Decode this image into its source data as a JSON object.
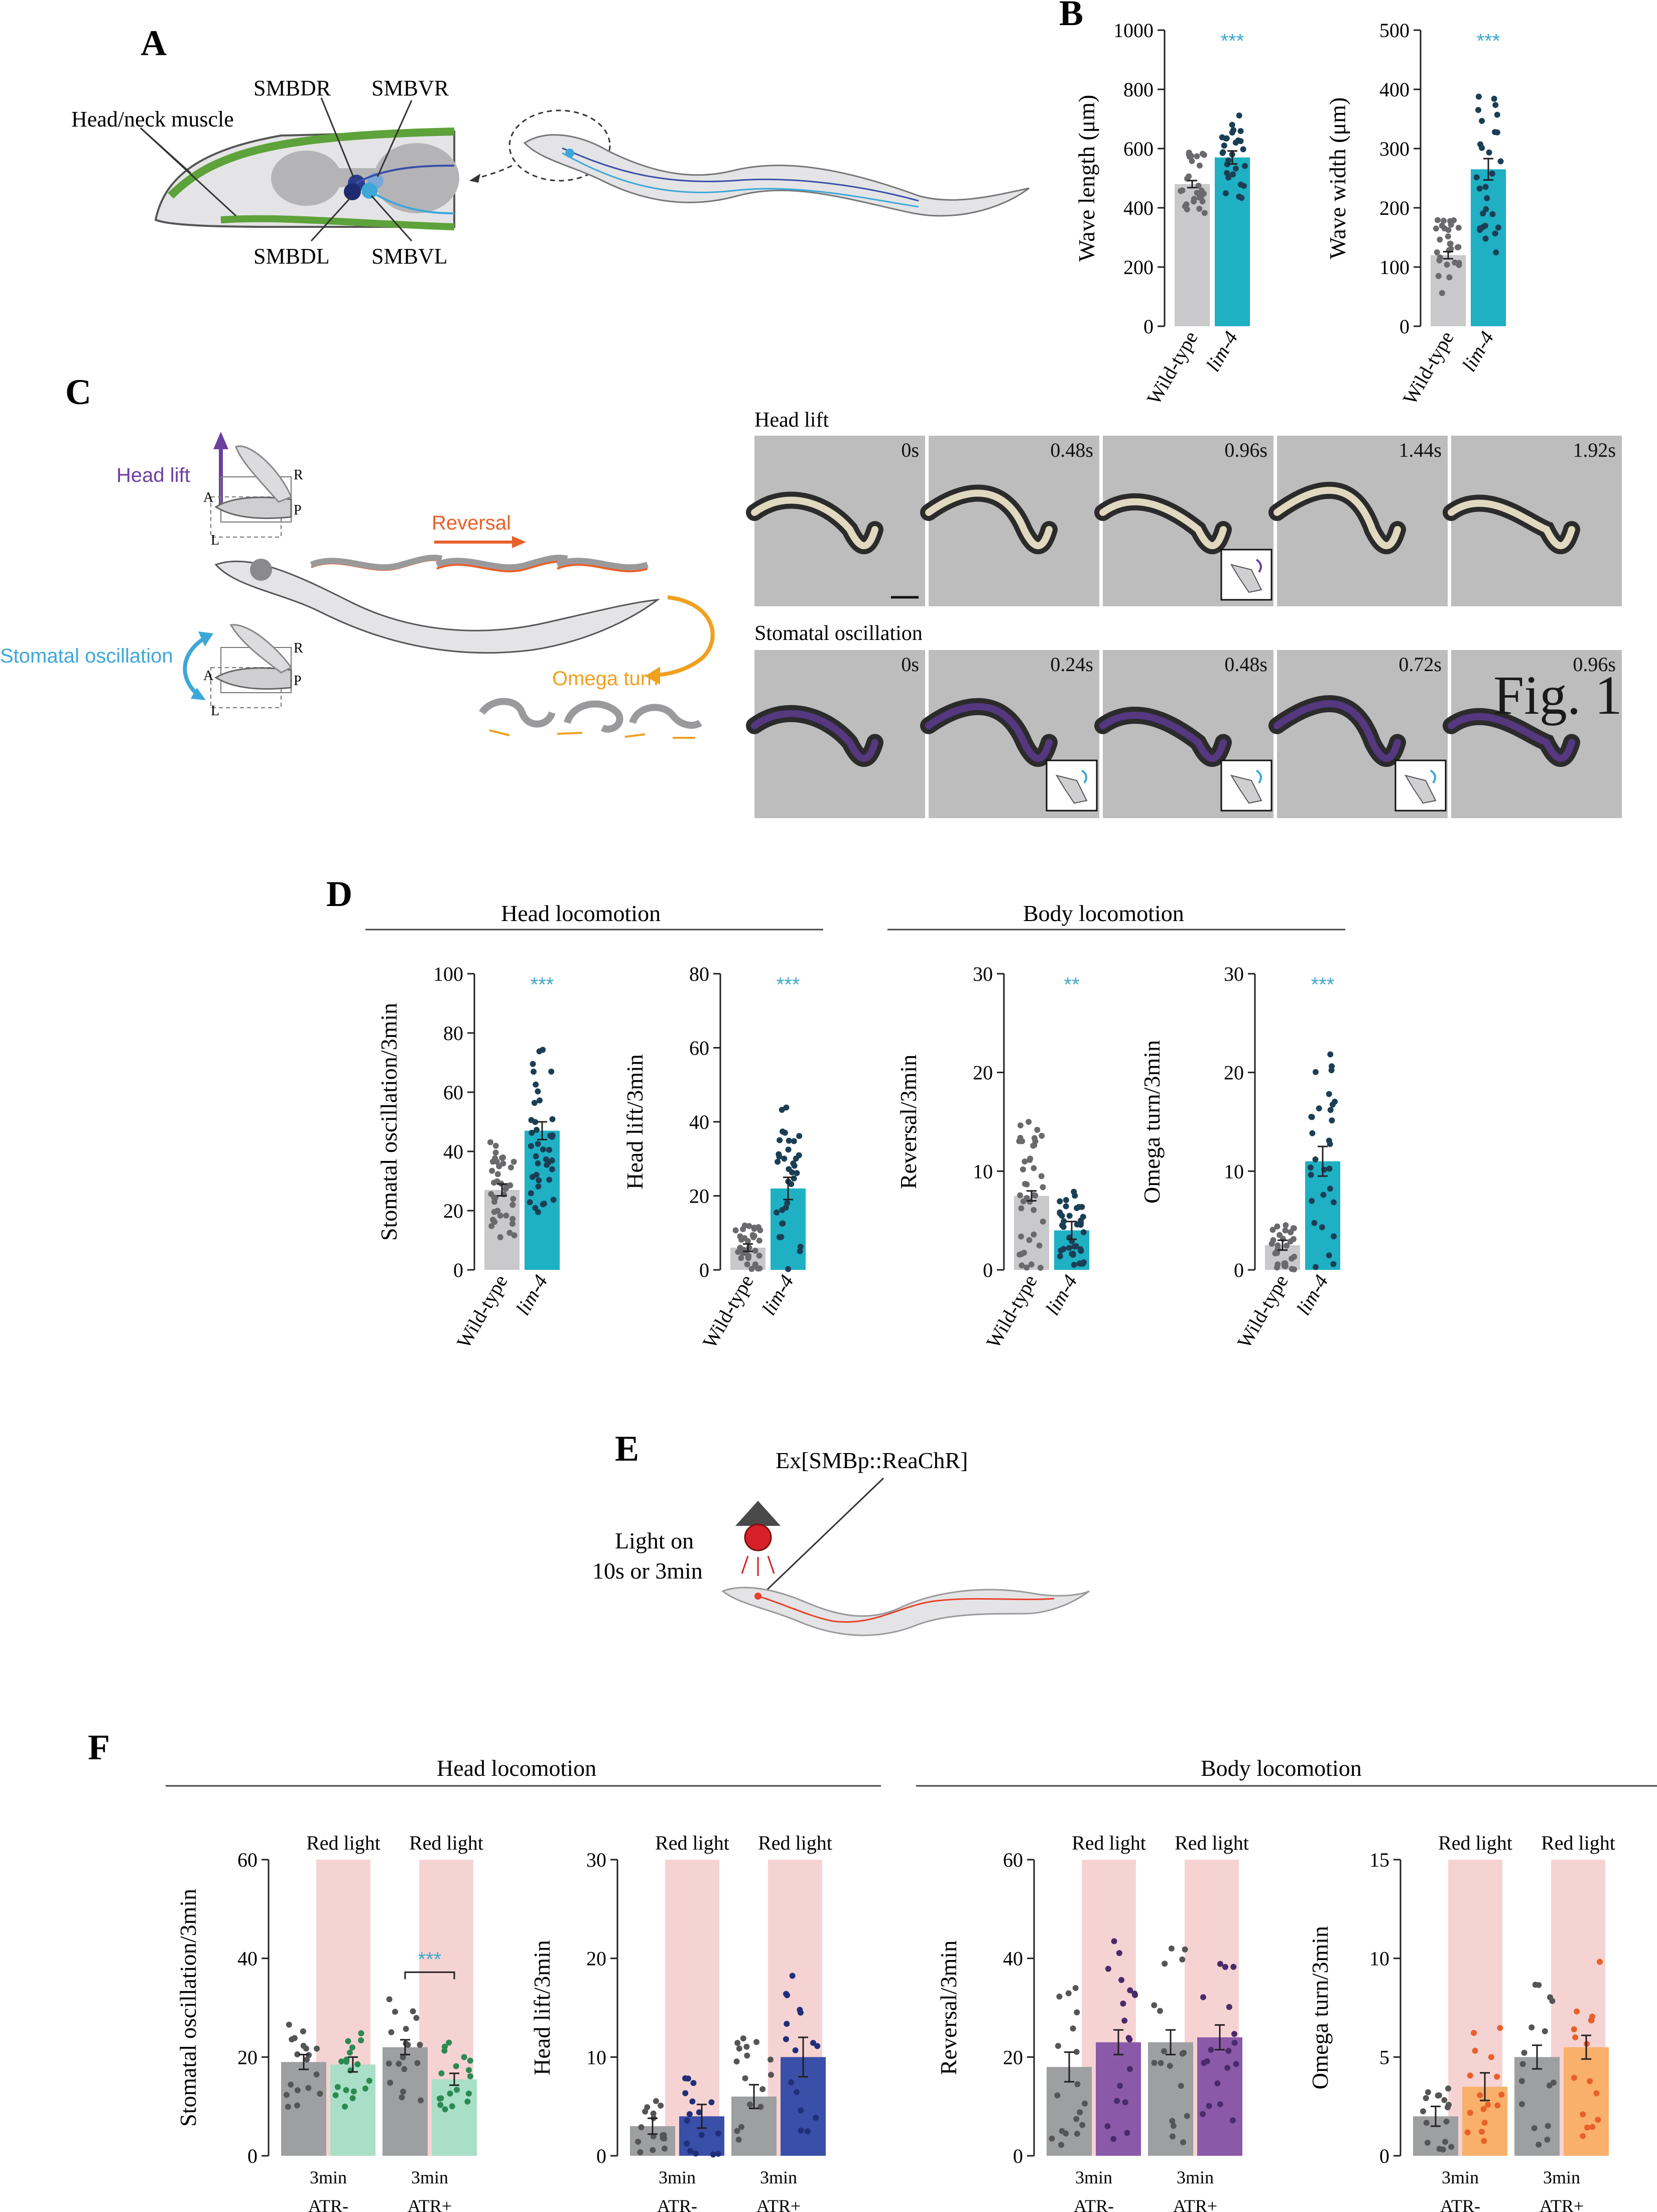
{
  "panels": {
    "A": {
      "label": "A",
      "labels": [
        "SMBDR",
        "SMBVR",
        "Head/neck muscle",
        "SMBDL",
        "SMBVL"
      ]
    },
    "B": {
      "label": "B"
    },
    "C": {
      "label": "C",
      "diagram": {
        "head_lift": "Head lift",
        "stomatal": "Stomatal oscillation",
        "reversal": "Reversal",
        "omega": "Omega turn",
        "axis_letters": [
          "R",
          "A",
          "P",
          "L"
        ]
      },
      "rows": [
        {
          "title": "Head lift",
          "times": [
            "0s",
            "0.48s",
            "0.96s",
            "1.44s",
            "1.92s"
          ]
        },
        {
          "title": "Stomatal oscillation",
          "times": [
            "0s",
            "0.24s",
            "0.48s",
            "0.72s",
            "0.96s"
          ]
        }
      ],
      "watermark": "Fig. 1"
    },
    "D": {
      "label": "D",
      "group_titles": [
        "Head locomotion",
        "Body locomotion"
      ]
    },
    "E": {
      "label": "E",
      "construct": "Ex[SMBp::ReaChR]",
      "light_lines": [
        "Light on",
        "10s or 3min"
      ]
    },
    "F": {
      "label": "F",
      "group_titles": [
        "Head locomotion",
        "Body locomotion"
      ],
      "red_light": "Red light",
      "time_label": "3min",
      "condition_labels": [
        "ATR-",
        "ATR+"
      ]
    }
  },
  "colors": {
    "wt": "#c9c9cb",
    "wt_dot": "#6a6a6c",
    "lim4": "#1fb0c4",
    "lim4_dot": "#1a3f55",
    "sig": "#3fa8cc",
    "shade": "#f6d3d3",
    "grey_bar": "#9e9fa1",
    "green": "#a8dfc6",
    "green_dot": "#2a8a52",
    "navy": "#3a4fa8",
    "navy_dot": "#1f2f7a",
    "purple": "#8a5aa8",
    "purple_dot": "#4a2a6a",
    "orange": "#f8b06a",
    "orange_dot": "#e8602a",
    "head_lift_arrow": "#6b3fa0",
    "stomatal_arrow": "#3da7d8",
    "reversal_arrow": "#e8602a",
    "omega_arrow": "#f0a020"
  },
  "chart_data": [
    {
      "id": "B1",
      "type": "bar",
      "ylabel": "Wave length (μm)",
      "ylim": [
        0,
        1000
      ],
      "yticks": [
        0,
        200,
        400,
        600,
        800,
        1000
      ],
      "categories": [
        "Wild-type",
        "lim-4"
      ],
      "values": [
        480,
        570
      ],
      "sem": [
        12,
        22
      ],
      "significance": "***"
    },
    {
      "id": "B2",
      "type": "bar",
      "ylabel": "Wave width (μm)",
      "ylim": [
        0,
        500
      ],
      "yticks": [
        0,
        100,
        200,
        300,
        400,
        500
      ],
      "categories": [
        "Wild-type",
        "lim-4"
      ],
      "values": [
        120,
        265
      ],
      "sem": [
        6,
        18
      ],
      "significance": "***"
    },
    {
      "id": "D1",
      "type": "bar",
      "ylabel": "Stomatal oscillation/3min",
      "ylim": [
        0,
        100
      ],
      "yticks": [
        0,
        20,
        40,
        60,
        80,
        100
      ],
      "categories": [
        "Wild-type",
        "lim-4"
      ],
      "values": [
        27,
        47
      ],
      "sem": [
        2,
        3
      ],
      "significance": "***"
    },
    {
      "id": "D2",
      "type": "bar",
      "ylabel": "Head lift/3min",
      "ylim": [
        0,
        80
      ],
      "yticks": [
        0,
        20,
        40,
        60,
        80
      ],
      "categories": [
        "Wild-type",
        "lim-4"
      ],
      "values": [
        6,
        22
      ],
      "sem": [
        1,
        3
      ],
      "significance": "***"
    },
    {
      "id": "D3",
      "type": "bar",
      "ylabel": "Reversal/3min",
      "ylim": [
        0,
        30
      ],
      "yticks": [
        0,
        10,
        20,
        30
      ],
      "categories": [
        "Wild-type",
        "lim-4"
      ],
      "values": [
        7.5,
        4
      ],
      "sem": [
        0.5,
        0.9
      ],
      "significance": "**"
    },
    {
      "id": "D4",
      "type": "bar",
      "ylabel": "Omega turn/3min",
      "ylim": [
        0,
        30
      ],
      "yticks": [
        0,
        10,
        20,
        30
      ],
      "categories": [
        "Wild-type",
        "lim-4"
      ],
      "values": [
        2.5,
        11
      ],
      "sem": [
        0.5,
        1.5
      ],
      "significance": "***"
    },
    {
      "id": "F1",
      "type": "bar",
      "ylabel": "Stomatal oscillation/3min",
      "ylim": [
        0,
        60
      ],
      "yticks": [
        0,
        20,
        40,
        60
      ],
      "categories": [
        "ATR- dark",
        "ATR- red light",
        "ATR+ dark",
        "ATR+ red light"
      ],
      "values": [
        19,
        18.5,
        22,
        15.5
      ],
      "sem": [
        1.5,
        1.5,
        1.5,
        1.2
      ],
      "significance": "***",
      "significance_pair": [
        2,
        3
      ]
    },
    {
      "id": "F2",
      "type": "bar",
      "ylabel": "Head lift/3min",
      "ylim": [
        0,
        30
      ],
      "yticks": [
        0,
        10,
        20,
        30
      ],
      "categories": [
        "ATR- dark",
        "ATR- red light",
        "ATR+ dark",
        "ATR+ red light"
      ],
      "values": [
        3,
        4,
        6,
        10
      ],
      "sem": [
        0.8,
        1.2,
        1.2,
        2
      ]
    },
    {
      "id": "F3",
      "type": "bar",
      "ylabel": "Reversal/3min",
      "ylim": [
        0,
        60
      ],
      "yticks": [
        0,
        20,
        40,
        60
      ],
      "categories": [
        "ATR- dark",
        "ATR- red light",
        "ATR+ dark",
        "ATR+ red light"
      ],
      "values": [
        18,
        23,
        23,
        24
      ],
      "sem": [
        3,
        2.5,
        2.5,
        2.5
      ]
    },
    {
      "id": "F4",
      "type": "bar",
      "ylabel": "Omega turn/3min",
      "ylim": [
        0,
        15
      ],
      "yticks": [
        0,
        5,
        10,
        15
      ],
      "categories": [
        "ATR- dark",
        "ATR- red light",
        "ATR+ dark",
        "ATR+ red light"
      ],
      "values": [
        2,
        3.5,
        5,
        5.5
      ],
      "sem": [
        0.5,
        0.7,
        0.6,
        0.6
      ]
    }
  ]
}
